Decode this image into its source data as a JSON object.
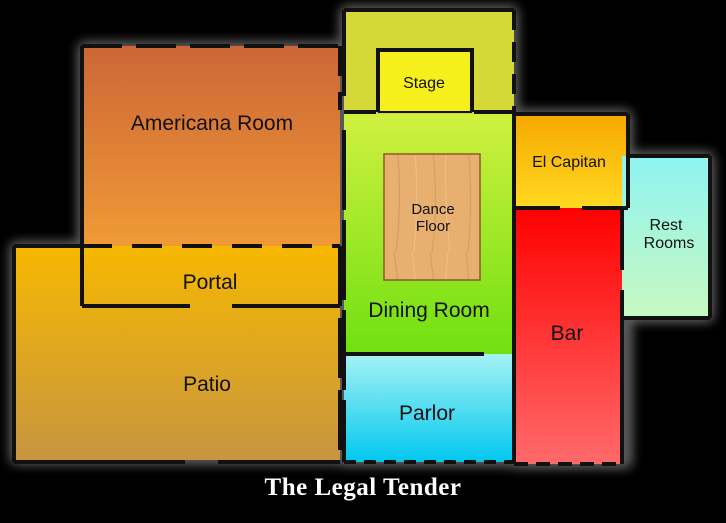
{
  "title": "The Legal Tender",
  "rooms": {
    "americana": "Americana Room",
    "portal": "Portal",
    "patio": "Patio",
    "stage": "Stage",
    "dance_floor_line1": "Dance",
    "dance_floor_line2": "Floor",
    "dining": "Dining Room",
    "parlor": "Parlor",
    "el_capitan": "El Capitan",
    "rest_rooms_line1": "Rest",
    "rest_rooms_line2": "Rooms",
    "bar": "Bar"
  },
  "colors": {
    "background": "#000000",
    "americana_top": "#cc6636",
    "americana_bottom": "#f09a36",
    "patio_top": "#f6b800",
    "patio_bottom": "#c79540",
    "stage_area": "#d6d83a",
    "stage": "#f5f01c",
    "dining_top": "#d0f040",
    "dining_bottom": "#70e010",
    "parlor_top": "#a6f2f4",
    "parlor_bottom": "#00c8ee",
    "el_capitan_top": "#f6a800",
    "el_capitan_bottom": "#ffd820",
    "rest_rooms_top": "#8ef4f2",
    "rest_rooms_bottom": "#c8f8c0",
    "bar_top": "#ff0000",
    "bar_bottom": "#ff6a6a",
    "dance_floor": "#e8b070",
    "wall": "#111111"
  }
}
